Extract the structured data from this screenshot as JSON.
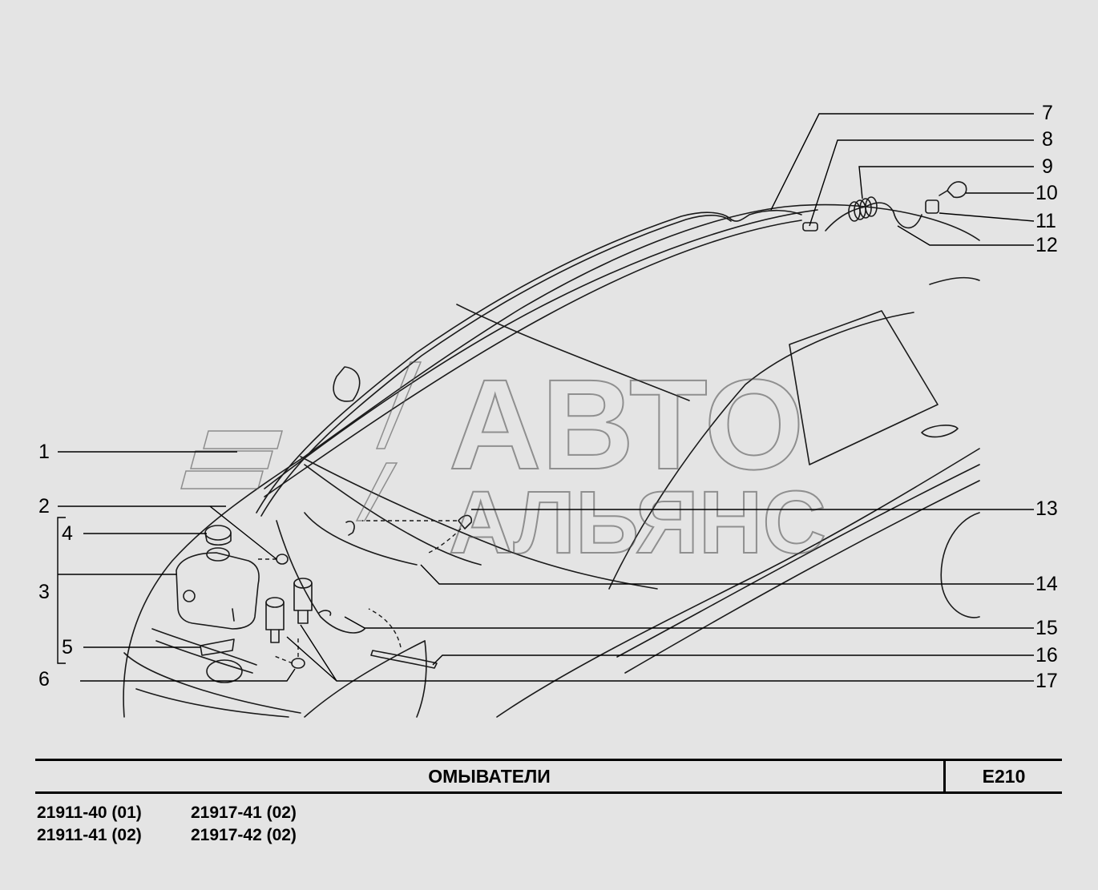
{
  "watermark": {
    "line1": "АВТО",
    "line2": "АЛЬЯНС"
  },
  "callouts": [
    "1",
    "2",
    "3",
    "4",
    "5",
    "6",
    "7",
    "8",
    "9",
    "10",
    "11",
    "12",
    "13",
    "14",
    "15",
    "16",
    "17"
  ],
  "title": "ОМЫВАТЕЛИ",
  "code": "E210",
  "models": [
    "21911-40 (01)",
    "21911-41 (02)",
    "21917-41 (02)",
    "21917-42 (02)"
  ]
}
